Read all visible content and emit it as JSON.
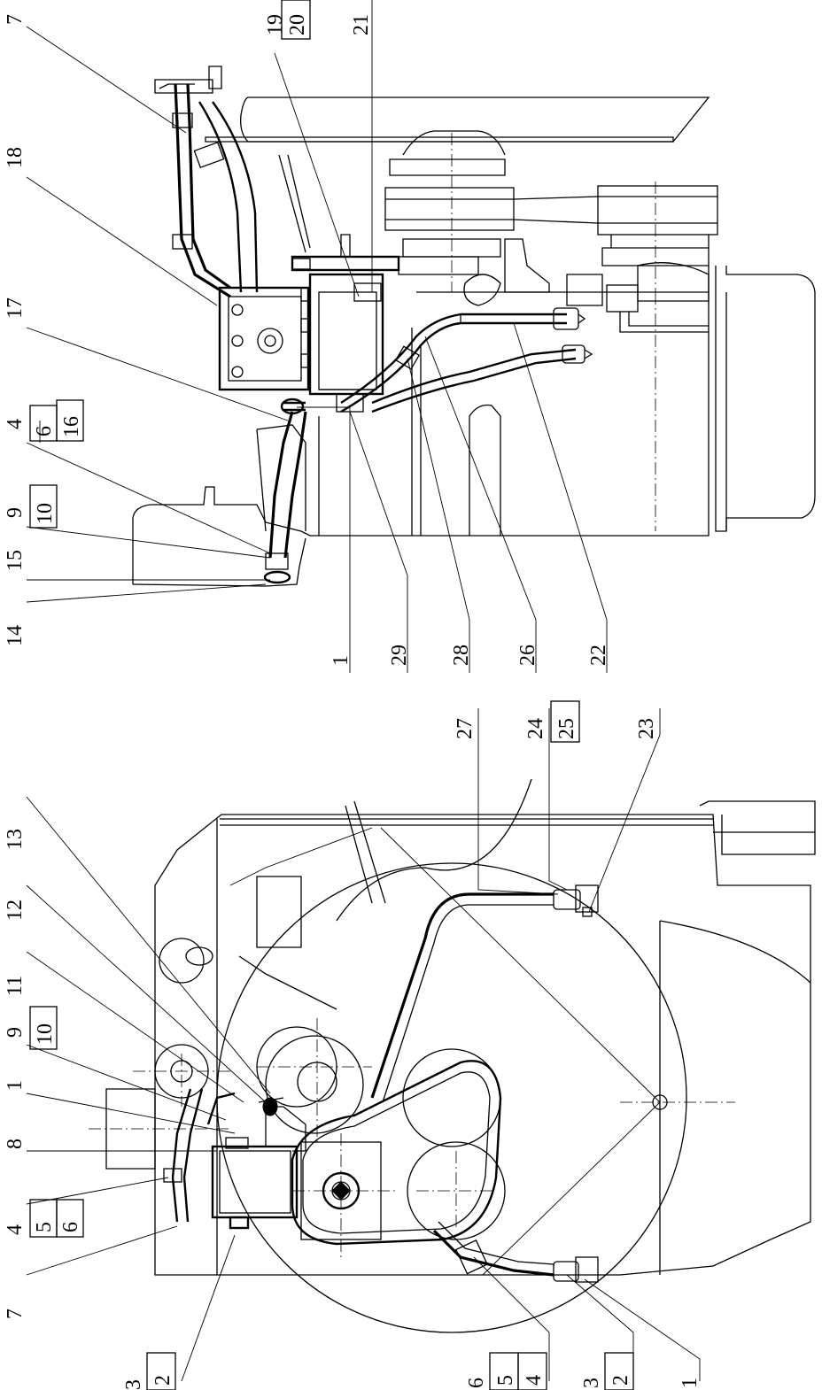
{
  "drawing": {
    "kind": "technical-assembly-drawing",
    "orientation": "rotated-90-ccw",
    "views": [
      "top-view",
      "bottom-view"
    ],
    "callouts_top_view": [
      {
        "n": "7"
      },
      {
        "n": "18"
      },
      {
        "n": "17"
      },
      {
        "group": [
          "4",
          "6",
          "16"
        ]
      },
      {
        "group": [
          "9",
          "10"
        ]
      },
      {
        "n": "15"
      },
      {
        "n": "14"
      },
      {
        "group": [
          "19",
          "20"
        ]
      },
      {
        "n": "21"
      },
      {
        "n": "1"
      },
      {
        "n": "29"
      },
      {
        "n": "28"
      },
      {
        "n": "26"
      },
      {
        "n": "22"
      }
    ],
    "callouts_bottom_view": [
      {
        "n": "13"
      },
      {
        "n": "12"
      },
      {
        "n": "11"
      },
      {
        "group": [
          "9",
          "10"
        ]
      },
      {
        "n": "1"
      },
      {
        "n": "8"
      },
      {
        "group": [
          "4",
          "5",
          "6"
        ]
      },
      {
        "n": "7"
      },
      {
        "group": [
          "3",
          "2"
        ]
      },
      {
        "n": "27"
      },
      {
        "group": [
          "24",
          "25"
        ]
      },
      {
        "n": "23"
      },
      {
        "group": [
          "6",
          "5",
          "4"
        ]
      },
      {
        "group": [
          "3",
          "2"
        ]
      },
      {
        "n": "1"
      }
    ]
  },
  "labels": {
    "t7": "7",
    "t18": "18",
    "t17": "17",
    "t4": "4",
    "t6": "6",
    "t16": "16",
    "t9": "9",
    "t10": "10",
    "t15": "15",
    "t14": "14",
    "t19": "19",
    "t20": "20",
    "t21": "21",
    "t1": "1",
    "t29": "29",
    "t28": "28",
    "t26": "26",
    "t22": "22",
    "b13": "13",
    "b12": "12",
    "b11": "11",
    "b9": "9",
    "b10": "10",
    "b1": "1",
    "b8": "8",
    "b4": "4",
    "b5": "5",
    "b6": "6",
    "b7": "7",
    "b3": "3",
    "b2": "2",
    "b27": "27",
    "b24": "24",
    "b25": "25",
    "b23": "23",
    "c6": "6",
    "c5": "5",
    "c4": "4",
    "c3": "3",
    "c2": "2",
    "c1": "1"
  }
}
